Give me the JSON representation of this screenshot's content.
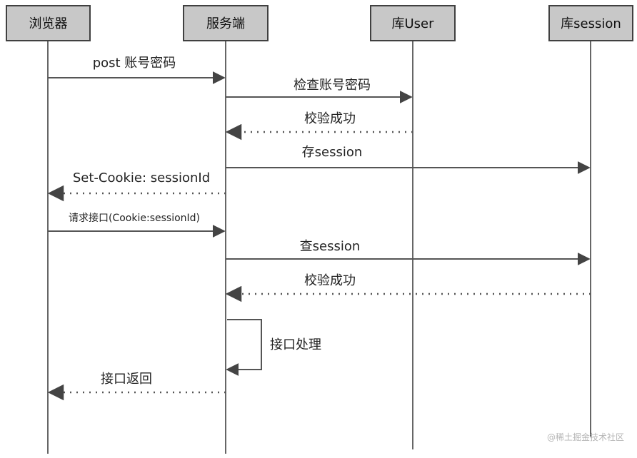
{
  "participants": [
    {
      "id": "browser",
      "label": "浏览器"
    },
    {
      "id": "server",
      "label": "服务端"
    },
    {
      "id": "userdb",
      "label": "库User"
    },
    {
      "id": "sessiondb",
      "label": "库session"
    }
  ],
  "messages": [
    {
      "from": "browser",
      "to": "server",
      "label": "post 账号密码",
      "style": "solid"
    },
    {
      "from": "server",
      "to": "userdb",
      "label": "检查账号密码",
      "style": "solid"
    },
    {
      "from": "userdb",
      "to": "server",
      "label": "校验成功",
      "style": "dotted"
    },
    {
      "from": "server",
      "to": "sessiondb",
      "label": "存session",
      "style": "solid"
    },
    {
      "from": "server",
      "to": "browser",
      "label": "Set-Cookie: sessionId",
      "style": "dotted"
    },
    {
      "from": "browser",
      "to": "server",
      "label": "请求接口(Cookie:sessionId)",
      "style": "solid"
    },
    {
      "from": "server",
      "to": "sessiondb",
      "label": "查session",
      "style": "solid"
    },
    {
      "from": "sessiondb",
      "to": "server",
      "label": "校验成功",
      "style": "dotted"
    },
    {
      "from": "server",
      "to": "server",
      "label": "接口处理",
      "style": "self"
    },
    {
      "from": "server",
      "to": "browser",
      "label": "接口返回",
      "style": "dotted"
    }
  ],
  "watermark": "@稀土掘金技术社区",
  "colors": {
    "box_fill": "#c8c8c8",
    "box_stroke": "#404040",
    "line": "#555555",
    "text": "#222222"
  }
}
